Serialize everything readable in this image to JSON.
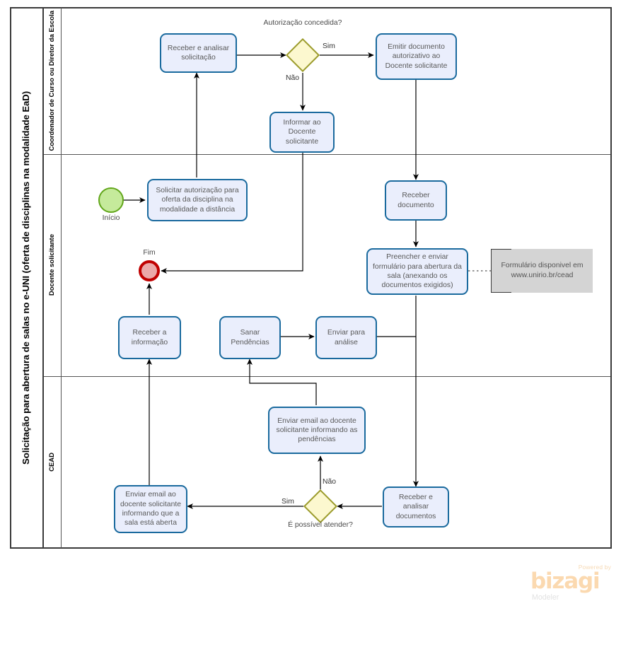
{
  "pool": {
    "title": "Solicitação para abertura de salas no e-UNI (oferta de disciplinas na modalidade EaD)",
    "lanes": [
      {
        "id": "coordenador",
        "label": "Coordenador de Curso ou Diretor da Escola"
      },
      {
        "id": "docente",
        "label": "Docente  solicitante"
      },
      {
        "id": "cead",
        "label": "CEAD"
      }
    ]
  },
  "nodes": {
    "receber_analisar_solicitacao": "Receber  e analisar solicitação",
    "gateway_autorizacao_label": "Autorização concedida?",
    "emitir_documento": "Emitir documento autorizativo ao Docente solicitante",
    "informar_docente": "Informar ao Docente solicitante",
    "start_event_label": "Início",
    "solicitar_autorizacao": "Solicitar autorização para oferta da disciplina na modalidade a distância",
    "receber_documento": "Receber documento",
    "end_event_label": "Fim",
    "preencher_enviar_formulario": "Preencher e enviar formulário para abertura da sala (anexando os documentos exigidos)",
    "annotation_formulario": "Formulário disponivel em www.unirio.br/cead",
    "receber_informacao": "Receber a informação",
    "sanar_pendencias": "Sanar Pendências",
    "enviar_para_analise": "Enviar para análise",
    "enviar_email_pendencias": "Enviar email ao docente solicitante informando as pendências",
    "enviar_email_sala_aberta": "Enviar email ao docente solicitante informando que a sala está aberta",
    "receber_analisar_documentos": "Receber e analisar documentos",
    "gateway_atender_label": "É possível atender?"
  },
  "flow_labels": {
    "sim_autorizacao": "Sim",
    "nao_autorizacao": "Não",
    "nao_atender": "Não",
    "sim_atender": "Sim"
  },
  "logo": {
    "powered_by": "Powered by",
    "brand": "bizagi",
    "product": "Modeler"
  },
  "colors": {
    "task_fill": "#eaeefc",
    "task_border": "#1a6a9e",
    "gateway_fill": "#fcf8cf",
    "gateway_border": "#9b9b2c",
    "start_fill": "#c5ea9b",
    "start_border": "#61a61a",
    "end_fill": "#eba9a9",
    "end_border": "#c00000",
    "annotation_fill": "#d4d4d4",
    "pool_border": "#3a3a3a",
    "logo_brand": "#fbd9b0"
  }
}
